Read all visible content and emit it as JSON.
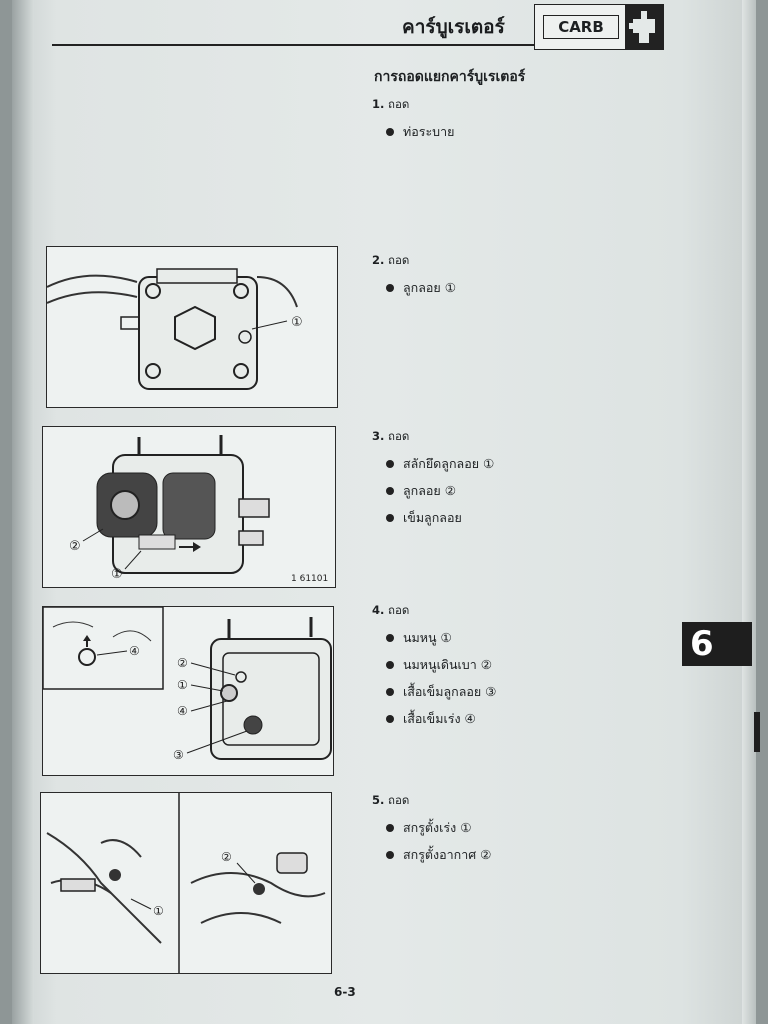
{
  "header": {
    "title": "คาร์บูเรเตอร์",
    "section_code": "CARB",
    "icon": "carburetor-icon"
  },
  "section_title": "การถอดแยกคาร์บูเรเตอร์",
  "steps": [
    {
      "number": "1.",
      "action": "ถอด",
      "items": [
        "ท่อระบาย"
      ]
    },
    {
      "number": "2.",
      "action": "ถอด",
      "items": [
        "ลูกลอย ①"
      ]
    },
    {
      "number": "3.",
      "action": "ถอด",
      "items": [
        "สลักยึดลูกลอย ①",
        "ลูกลอย ②",
        "เข็มลูกลอย"
      ]
    },
    {
      "number": "4.",
      "action": "ถอด",
      "items": [
        "นมหนู ①",
        "นมหนูเดินเบา ②",
        "เสื้อเข็มลูกลอย ③",
        "เสื้อเข็มเร่ง ④"
      ]
    },
    {
      "number": "5.",
      "action": "ถอด",
      "items": [
        "สกรูตั้งเร่ง ①",
        "สกรูตั้งอากาศ ②"
      ]
    }
  ],
  "figures": {
    "fig1": {
      "callouts": [
        "①"
      ]
    },
    "fig2": {
      "callouts": [
        "②",
        "①"
      ],
      "code": "1 61101"
    },
    "fig3": {
      "callouts": [
        "④",
        "②",
        "①",
        "④",
        "③"
      ]
    },
    "fig4": {
      "callouts": [
        "①",
        "②"
      ]
    }
  },
  "chapter_tab": "6",
  "page_number": "6-3"
}
